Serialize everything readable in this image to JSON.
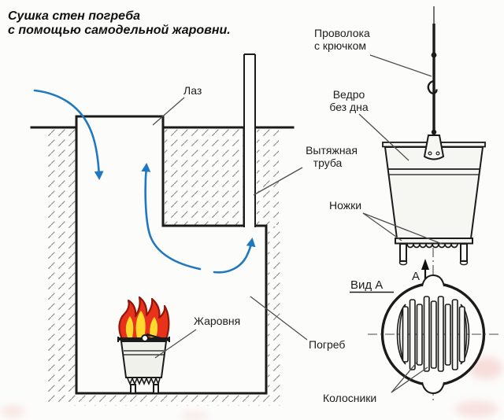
{
  "title": {
    "line1": "Сушка стен погреба",
    "line2": "с помощью самодельной жаровни."
  },
  "labels": {
    "hatch": "Лаз",
    "exhaust_pipe_line1": "Вытяжная",
    "exhaust_pipe_line2": "труба",
    "wire_line1": "Проволока",
    "wire_line2": "с крючком",
    "bucket_line1": "Ведро",
    "bucket_line2": "без дна",
    "legs": "Ножки",
    "brazier": "Жаровня",
    "cellar": "Погреб",
    "view_a": "Вид А",
    "view_marker": "А",
    "grate_bars": "Колосники"
  },
  "colors": {
    "background": "#fcfcfa",
    "line": "#1b1b1b",
    "hatch_gray": "#8f8f8f",
    "airflow_blue": "#2079c0",
    "fire_red": "#e8321c",
    "fire_yellow": "#ffd92e",
    "fire_outline": "#8f1708",
    "watermark_pink": "#f0b9b4"
  }
}
